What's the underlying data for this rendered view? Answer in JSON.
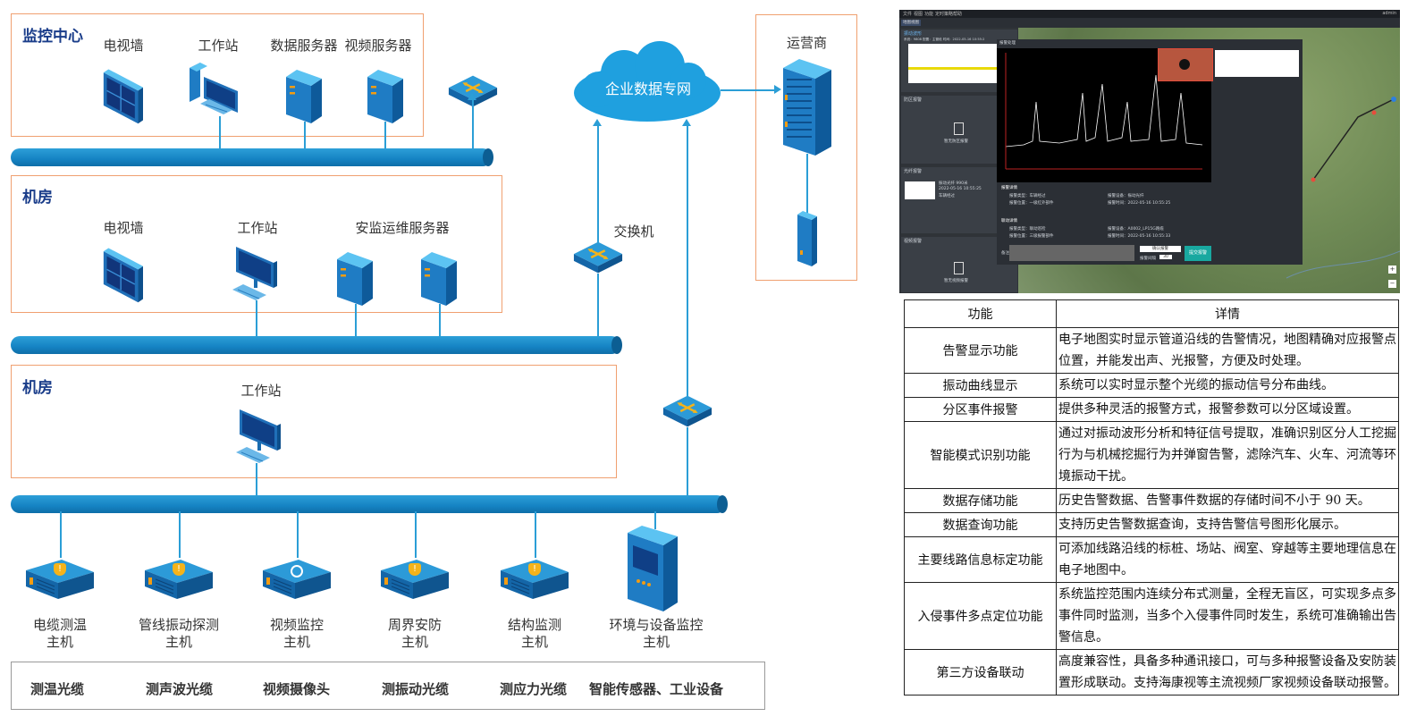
{
  "zones": {
    "monitor_center": {
      "title": "监控中心",
      "devices": [
        "电视墙",
        "工作站",
        "数据服务器",
        "视频服务器"
      ]
    },
    "machine_room_1": {
      "title": "机房",
      "devices": [
        "电视墙",
        "工作站",
        "安监运维服务器"
      ]
    },
    "machine_room_2": {
      "title": "机房",
      "devices": [
        "工作站"
      ]
    },
    "operator": {
      "title": "运营商"
    }
  },
  "network": {
    "cloud": "企业数据专网",
    "switch": "交换机"
  },
  "hosts": [
    {
      "line1": "电缆测温",
      "line2": "主机",
      "icon": "shield-icon"
    },
    {
      "line1": "管线振动探测",
      "line2": "主机",
      "icon": "shield-icon"
    },
    {
      "line1": "视频监控",
      "line2": "主机",
      "icon": "search-icon"
    },
    {
      "line1": "周界安防",
      "line2": "主机",
      "icon": "shield-icon"
    },
    {
      "line1": "结构监测",
      "line2": "主机",
      "icon": "shield-icon"
    },
    {
      "line1": "环境与设备监控",
      "line2": "主机",
      "icon": "cabinet-icon"
    }
  ],
  "sensors": [
    "测温光缆",
    "测声波光缆",
    "视频摄像头",
    "测振动光缆",
    "测应力光缆",
    "智能传感器、工业设备"
  ],
  "screenshot": {
    "menu": [
      "文件",
      "视图",
      "功能",
      "定时策略",
      "帮助"
    ],
    "user": "admin",
    "tab": "地图视图",
    "panels": {
      "vibration": "振动波形",
      "vibration_info": "系统：9808  配置：主管段  时间：2022-05-16 10:55:2",
      "partition": "防区报警",
      "partition_empty": "暂无防区报警",
      "light": "光纤报警",
      "light_item_title": "振动光纤 990米",
      "light_item_time": "2022-05-16 10:55:25",
      "light_item_type": "车辆经过",
      "video": "视频报警",
      "video_empty": "暂无视频报警"
    },
    "window": {
      "title": "报警处理",
      "alarm_detail": "报警详情",
      "alarm_type_label": "报警类型：车辆经过",
      "alarm_device_label": "报警设备：振动光纤",
      "alarm_position_label": "报警位置：一级红外部件",
      "alarm_time_label": "报警时间：2022-05-16 10:55:25",
      "linkage": "联动详情",
      "linkage_type": "报警类型：联动巡检",
      "linkage_device": "报警设备：A0002_LP15G路缆",
      "linkage_position": "报警位置：三级报警部件",
      "linkage_time": "报警时间：2022-05-16 10:55:33",
      "remark": "备注：",
      "submit": "提交报警",
      "confirm": "确认报警",
      "interval_label": "报警间隔",
      "interval": "30"
    }
  },
  "table": {
    "headers": [
      "功能",
      "详情"
    ],
    "rows": [
      {
        "name": "告警显示功能",
        "detail": "电子地图实时显示管道沿线的告警情况，地图精确对应报警点位置，并能发出声、光报警，方便及时处理。"
      },
      {
        "name": "振动曲线显示",
        "detail": "系统可以实时显示整个光缆的振动信号分布曲线。"
      },
      {
        "name": "分区事件报警",
        "detail": "提供多种灵活的报警方式，报警参数可以分区域设置。"
      },
      {
        "name": "智能模式识别功能",
        "detail": "通过对振动波形分析和特征信号提取，准确识别区分人工挖掘行为与机械挖掘行为并弹窗告警，滤除汽车、火车、河流等环境振动干扰。"
      },
      {
        "name": "数据存储功能",
        "detail": "历史告警数据、告警事件数据的存储时间不小于 90 天。"
      },
      {
        "name": "数据查询功能",
        "detail": "支持历史告警数据查询，支持告警信号图形化展示。"
      },
      {
        "name": "主要线路信息标定功能",
        "detail": "可添加线路沿线的标桩、场站、阀室、穿越等主要地理信息在电子地图中。"
      },
      {
        "name": "入侵事件多点定位功能",
        "detail": "系统监控范围内连续分布式测量，全程无盲区，可实现多点多事件同时监测，当多个入侵事件同时发生，系统可准确输出告警信息。"
      },
      {
        "name": "第三方设备联动",
        "detail": "高度兼容性，具备多种通讯接口，可与多种报警设备及安防装置形成联动。支持海康视等主流视频厂家视频设备联动报警。"
      }
    ]
  }
}
